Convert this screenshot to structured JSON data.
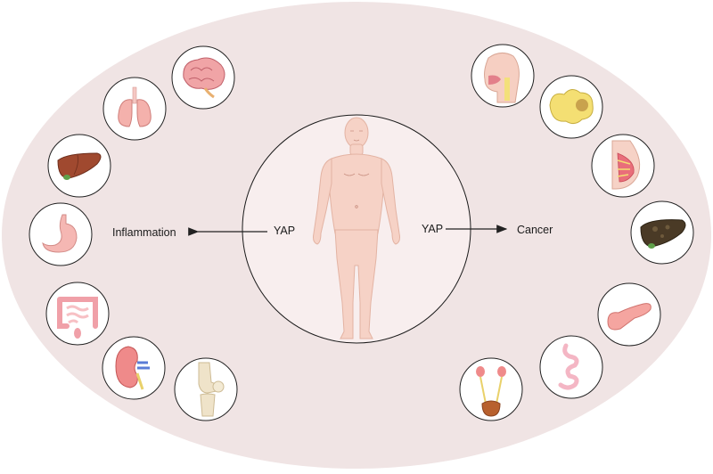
{
  "labels": {
    "left_yap": "YAP",
    "right_yap": "YAP",
    "inflammation": "Inflammation",
    "cancer": "Cancer"
  },
  "colors": {
    "background_ellipse": "#f0e4e4",
    "center_circle": "#f8eeee",
    "body": "#f6d2c6",
    "body_outline": "#e3b3a3",
    "organ_pink": "#f0a4a6",
    "liver_brown": "#a0492f",
    "liver_dark": "#4a3a26",
    "fat_yellow": "#f4df73",
    "arrow": "#222222"
  },
  "inflammation_organs": [
    "brain-icon",
    "lungs-icon",
    "liver-icon",
    "stomach-icon",
    "intestine-icon",
    "kidney-icon",
    "knee-joint-icon"
  ],
  "cancer_organs": [
    "head-neck-icon",
    "breast-tissue-icon",
    "breast-icon",
    "liver-cancer-icon",
    "pancreas-icon",
    "small-intestine-icon",
    "urinary-tract-icon"
  ]
}
